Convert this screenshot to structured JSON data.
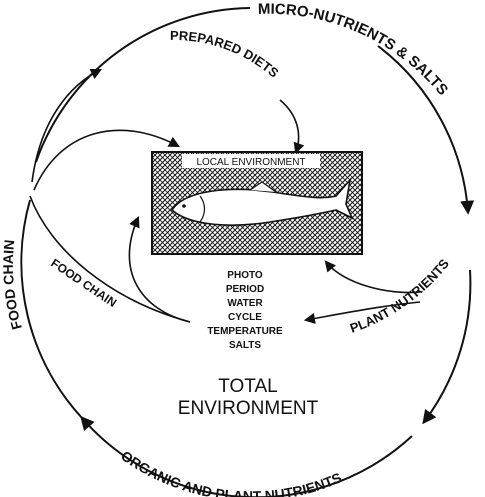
{
  "outer_ring": {
    "top_right": "MICRO-NUTRIENTS & SALTS",
    "right": "PLANT NUTRIENTS",
    "bottom": "ORGANIC AND PLANT NUTRIENTS",
    "left": "FOOD CHAIN"
  },
  "inner_flows": {
    "prepared": "PREPARED DIETS",
    "food_chain": "FOOD CHAIN"
  },
  "local_box": {
    "title": "LOCAL ENVIRONMENT"
  },
  "factors": [
    "PHOTO",
    "PERIOD",
    "WATER",
    "CYCLE",
    "TEMPERATURE",
    "SALTS"
  ],
  "total": {
    "line1": "TOTAL",
    "line2": "ENVIRONMENT"
  }
}
